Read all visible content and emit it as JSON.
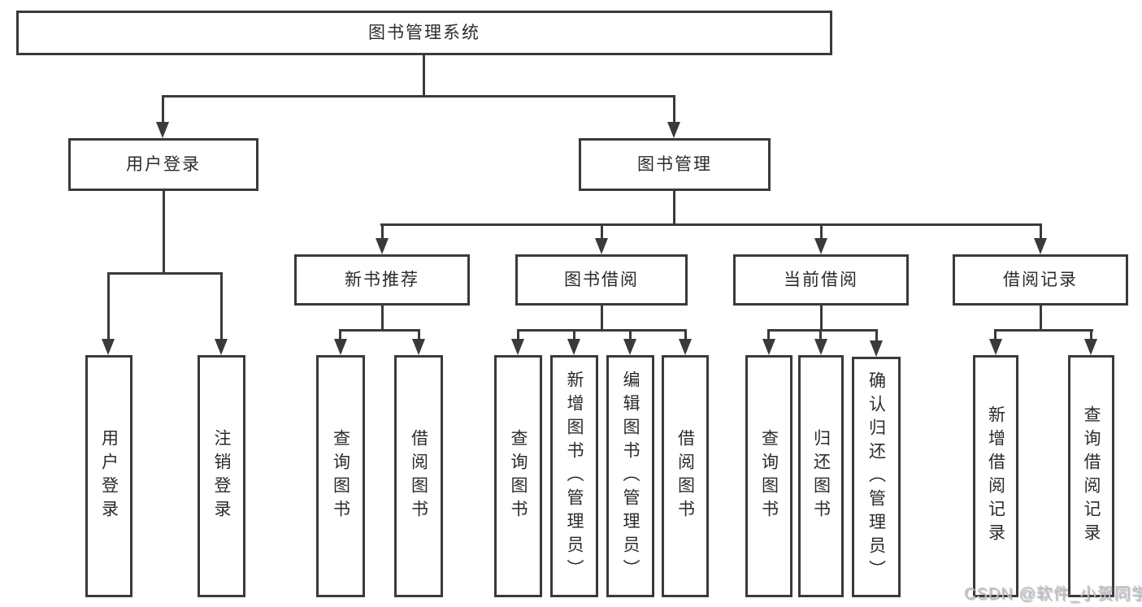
{
  "diagram": {
    "root": {
      "label": "图书管理系统",
      "children": [
        {
          "label": "用户登录",
          "children": [
            {
              "label": "用户登录"
            },
            {
              "label": "注销登录"
            }
          ]
        },
        {
          "label": "图书管理",
          "children": [
            {
              "label": "新书推荐",
              "children": [
                {
                  "label": "查询图书"
                },
                {
                  "label": "借阅图书"
                }
              ]
            },
            {
              "label": "图书借阅",
              "children": [
                {
                  "label": "查询图书"
                },
                {
                  "label": "新增图书（管理员）"
                },
                {
                  "label": "编辑图书（管理员）"
                },
                {
                  "label": "借阅图书"
                }
              ]
            },
            {
              "label": "当前借阅",
              "children": [
                {
                  "label": "查询图书"
                },
                {
                  "label": "归还图书"
                },
                {
                  "label": "确认归还（管理员）"
                }
              ]
            },
            {
              "label": "借阅记录",
              "children": [
                {
                  "label": "新增借阅记录"
                },
                {
                  "label": "查询借阅记录"
                }
              ]
            }
          ]
        }
      ]
    },
    "watermark": "CSDN @软件_小贺同学",
    "colors": {
      "line": "#3a3a3a",
      "text": "#2b2b2b",
      "background": "#ffffff",
      "watermark": "#bfc2c8"
    }
  }
}
